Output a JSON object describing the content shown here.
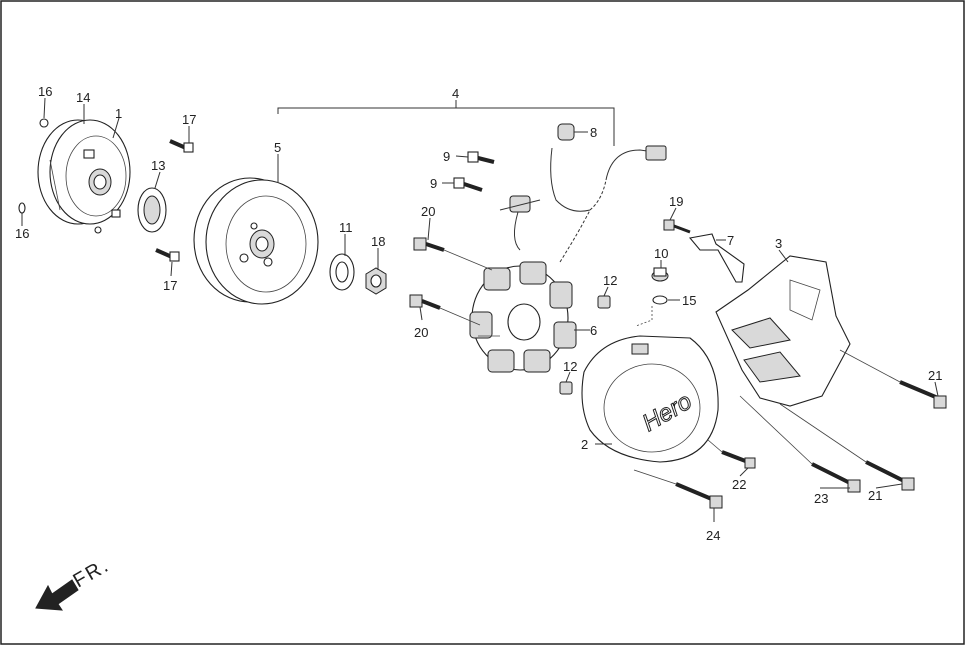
{
  "callouts": {
    "c1": "1",
    "c2": "2",
    "c3": "3",
    "c4": "4",
    "c5": "5",
    "c6": "6",
    "c7": "7",
    "c8": "8",
    "c9a": "9",
    "c9b": "9",
    "c10": "10",
    "c11": "11",
    "c12a": "12",
    "c12b": "12",
    "c13": "13",
    "c14": "14",
    "c15": "15",
    "c16a": "16",
    "c16b": "16",
    "c17a": "17",
    "c17b": "17",
    "c18": "18",
    "c19": "19",
    "c20a": "20",
    "c20b": "20",
    "c21a": "21",
    "c21b": "21",
    "c22": "22",
    "c23": "23",
    "c24": "24"
  },
  "direction_label": "FR.",
  "cover_logo_text": "Hero"
}
